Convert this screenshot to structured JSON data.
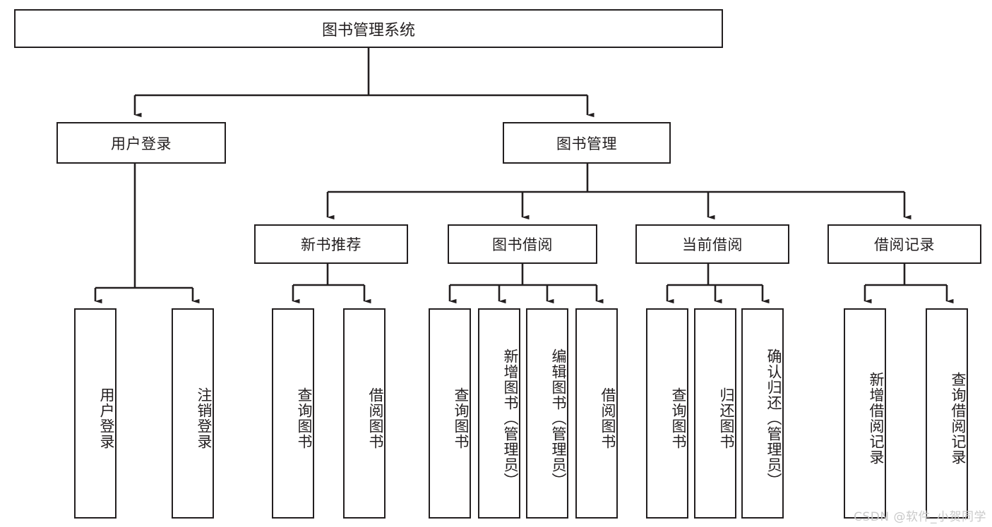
{
  "diagram": {
    "title": "图书管理系统",
    "type": "hierarchy-tree",
    "root": {
      "label": "图书管理系统"
    },
    "level1": [
      {
        "label": "用户登录"
      },
      {
        "label": "图书管理"
      }
    ],
    "level2": [
      {
        "label": "新书推荐"
      },
      {
        "label": "图书借阅"
      },
      {
        "label": "当前借阅"
      },
      {
        "label": "借阅记录"
      }
    ],
    "leaves": {
      "user_login": [
        {
          "label": "用户登录"
        },
        {
          "label": "注销登录"
        }
      ],
      "new_book_recommend": [
        {
          "label": "查询图书"
        },
        {
          "label": "借阅图书"
        }
      ],
      "book_borrow": [
        {
          "label": "查询图书"
        },
        {
          "label": "新增图书（管理员）"
        },
        {
          "label": "编辑图书（管理员）"
        },
        {
          "label": "借阅图书"
        }
      ],
      "current_borrow": [
        {
          "label": "查询图书"
        },
        {
          "label": "归还图书"
        },
        {
          "label": "确认归还（管理员）"
        }
      ],
      "borrow_record": [
        {
          "label": "新增借阅记录"
        },
        {
          "label": "查询借阅记录"
        }
      ]
    }
  },
  "watermark": {
    "text": "CSDN @软件_小贺同学"
  },
  "colors": {
    "stroke": "#231f20",
    "background": "#ffffff",
    "watermark": "#c9c9c9"
  }
}
